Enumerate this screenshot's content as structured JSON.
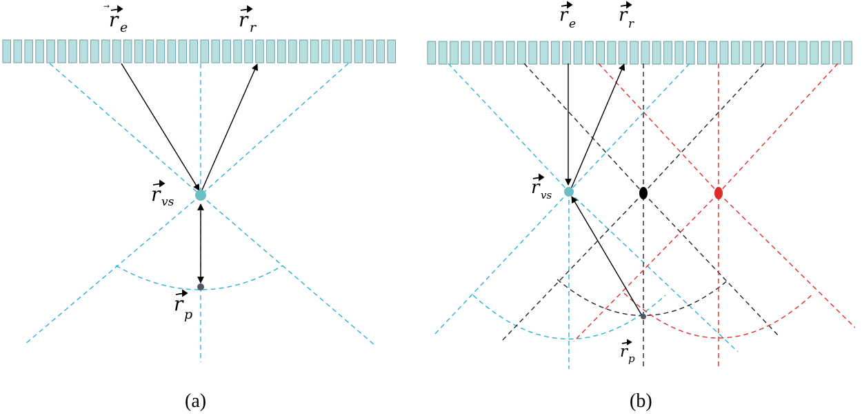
{
  "panels": [
    {
      "id": "a",
      "caption": "(a)",
      "labels": {
        "emitter": "r",
        "emitter_sub": "e",
        "receiver": "r",
        "receiver_sub": "r",
        "virtual_source": "r",
        "virtual_source_sub": "vs",
        "point": "r",
        "point_sub": "p"
      }
    },
    {
      "id": "b",
      "caption": "(b)",
      "labels": {
        "emitter": "r",
        "emitter_sub": "e",
        "receiver": "r",
        "receiver_sub": "r",
        "virtual_source": "r",
        "virtual_source_sub": "vs",
        "point": "r",
        "point_sub": "p"
      }
    }
  ],
  "colors": {
    "virtual_source_1": "#6bbfc4",
    "virtual_source_2": "#000000",
    "virtual_source_3": "#e02b2b",
    "cyan_lines": "#2ab0d6",
    "array_element": "#b8dfe0",
    "point": "#555566"
  }
}
